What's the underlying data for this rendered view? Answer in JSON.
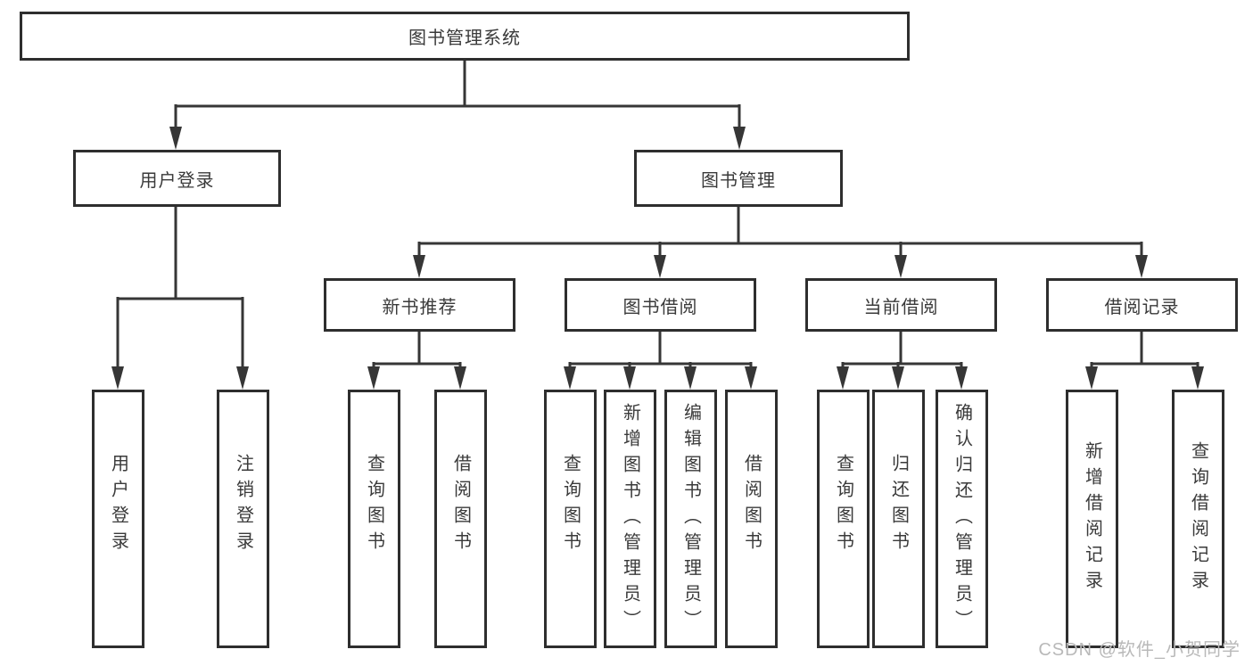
{
  "diagram": {
    "root": "图书管理系统",
    "branches": [
      {
        "label": "用户登录",
        "children": [
          "用户登录",
          "注销登录"
        ]
      },
      {
        "label": "图书管理",
        "sections": [
          {
            "label": "新书推荐",
            "children": [
              "查询图书",
              "借阅图书"
            ]
          },
          {
            "label": "图书借阅",
            "children": [
              "查询图书",
              "新增图书（管理员）",
              "编辑图书（管理员）",
              "借阅图书"
            ]
          },
          {
            "label": "当前借阅",
            "children": [
              "查询图书",
              "归还图书",
              "确认归还（管理员）"
            ]
          },
          {
            "label": "借阅记录",
            "children": [
              "新增借阅记录",
              "查询借阅记录"
            ]
          }
        ]
      }
    ],
    "watermark": "CSDN @软件_小贺同学",
    "colors": {
      "line": "#363636",
      "box_border": "#2e2e2e",
      "text": "#3a3a3a",
      "watermark": "#b9b9b9",
      "background": "#ffffff"
    }
  }
}
